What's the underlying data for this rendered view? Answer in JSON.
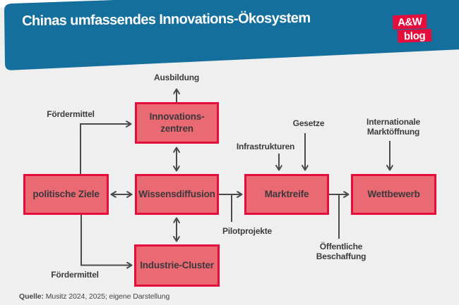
{
  "header": {
    "title": "Chinas umfassendes Innovations-Ökosystem",
    "logo_line1": "A&W",
    "logo_line2": "blog"
  },
  "diagram": {
    "nodes": {
      "politische_ziele": "politische Ziele",
      "innovationszentren": "Innovations-\nzentren",
      "wissensdiffusion": "Wissensdiffusion",
      "industrie_cluster": "Industrie-Cluster",
      "marktreife": "Marktreife",
      "wettbewerb": "Wettbewerb"
    },
    "labels": {
      "ausbildung": "Ausbildung",
      "foerdermittel_top": "Fördermittel",
      "infrastrukturen": "Infrastrukturen",
      "gesetze": "Gesetze",
      "internationale_marktoeffnung": "Internationale\nMarktöffnung",
      "pilotprojekte": "Pilotprojekte",
      "oeffentliche_beschaffung": "Öffentliche\nBeschaffung",
      "foerdermittel_bottom": "Fördermittel"
    },
    "edges": [
      {
        "from": "politische Ziele",
        "to": "Innovations-zentren",
        "label": "Fördermittel",
        "style": "elbow-arrow"
      },
      {
        "from": "politische Ziele",
        "to": "Industrie-Cluster",
        "label": "Fördermittel",
        "style": "elbow-arrow"
      },
      {
        "from": "politische Ziele",
        "to": "Wissensdiffusion",
        "style": "double-arrow"
      },
      {
        "from": "Innovations-zentren",
        "to": "Wissensdiffusion",
        "style": "double-arrow"
      },
      {
        "from": "Innovations-zentren",
        "to": "Ausbildung",
        "style": "arrow"
      },
      {
        "from": "Wissensdiffusion",
        "to": "Industrie-Cluster",
        "style": "double-arrow"
      },
      {
        "from": "Wissensdiffusion",
        "to": "Marktreife",
        "style": "arrow",
        "branch_label": "Pilotprojekte"
      },
      {
        "from": "Infrastrukturen",
        "to": "Marktreife",
        "style": "arrow"
      },
      {
        "from": "Gesetze",
        "to": "Marktreife",
        "style": "arrow"
      },
      {
        "from": "Marktreife",
        "to": "Wettbewerb",
        "style": "arrow",
        "branch_label": "Öffentliche Beschaffung"
      },
      {
        "from": "Internationale Marktöffnung",
        "to": "Wettbewerb",
        "style": "arrow"
      }
    ]
  },
  "source": {
    "label": "Quelle:",
    "text": " Musitz 2024, 2025; eigene Darstellung"
  },
  "colors": {
    "banner_blue": "#156f9c",
    "brand_red": "#e40d3c",
    "node_fill": "#ea6a73",
    "node_border": "#e40d3c",
    "background": "#efeff0",
    "arrow": "#4a4b4d",
    "text_dark": "#3a3c3e"
  }
}
